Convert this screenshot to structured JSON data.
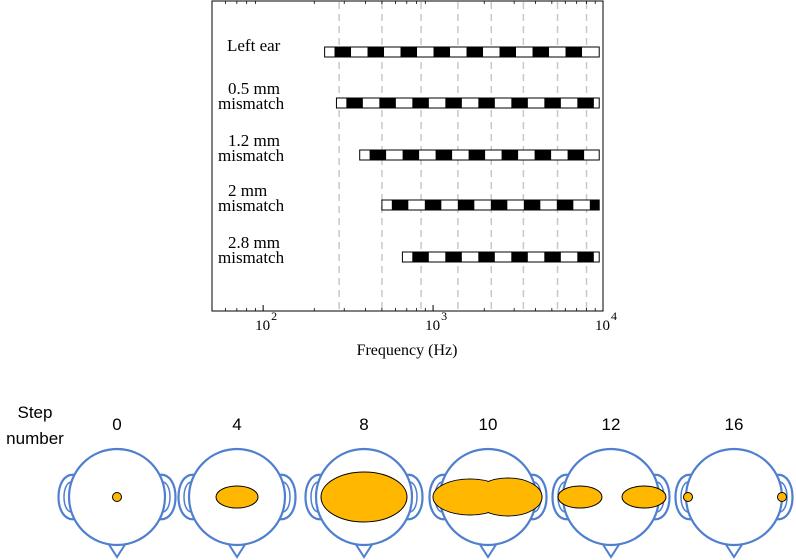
{
  "colors": {
    "head_stroke": "#4f7fcf",
    "blob_fill": "#ffb700",
    "grid": "#c8c8c8",
    "bar_black": "#000000",
    "bar_white": "#ffffff"
  },
  "chart_data": {
    "type": "bar",
    "xlabel": "Frequency (Hz)",
    "xscale": "log",
    "xlim": [
      50,
      10000
    ],
    "xticks": [
      {
        "value": 100,
        "base": "10",
        "exp": "2"
      },
      {
        "value": 1000,
        "base": "10",
        "exp": "3"
      },
      {
        "value": 10000,
        "base": "10",
        "exp": "4"
      }
    ],
    "gridlines": [
      280,
      500,
      850,
      1400,
      2200,
      3400,
      5400,
      8000
    ],
    "grid": true,
    "rows": [
      {
        "label": [
          "Left ear"
        ],
        "start": 230,
        "end": 9500
      },
      {
        "label": [
          "0.5 mm",
          "mismatch"
        ],
        "start": 270,
        "end": 9500
      },
      {
        "label": [
          "1.2 mm",
          "mismatch"
        ],
        "start": 370,
        "end": 9500
      },
      {
        "label": [
          "2 mm",
          "mismatch"
        ],
        "start": 500,
        "end": 9500
      },
      {
        "label": [
          "2.8 mm",
          "mismatch"
        ],
        "start": 660,
        "end": 9500
      }
    ]
  },
  "steps": {
    "title": [
      "Step",
      "number"
    ],
    "items": [
      {
        "label": "0",
        "shape": "dot-center"
      },
      {
        "label": "4",
        "shape": "oval-small"
      },
      {
        "label": "8",
        "shape": "oval-large"
      },
      {
        "label": "10",
        "shape": "double-oval"
      },
      {
        "label": "12",
        "shape": "split-ovals"
      },
      {
        "label": "16",
        "shape": "ear-dots"
      }
    ]
  }
}
